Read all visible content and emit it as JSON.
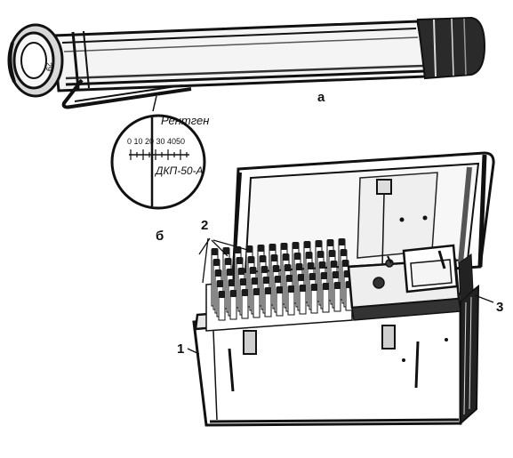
{
  "figure": {
    "labels": {
      "a": "а",
      "b": "б",
      "dosimeters": "2",
      "case": "1",
      "charger": "3"
    },
    "dosimeter": {
      "serial": "29"
    },
    "scale": {
      "title": "Рентген",
      "numbers": "0 10 20 30 4050",
      "model": "ДКП-50-А"
    }
  },
  "colors": {
    "ink": "#111111",
    "paper": "#ffffff",
    "shade": "#444444"
  }
}
